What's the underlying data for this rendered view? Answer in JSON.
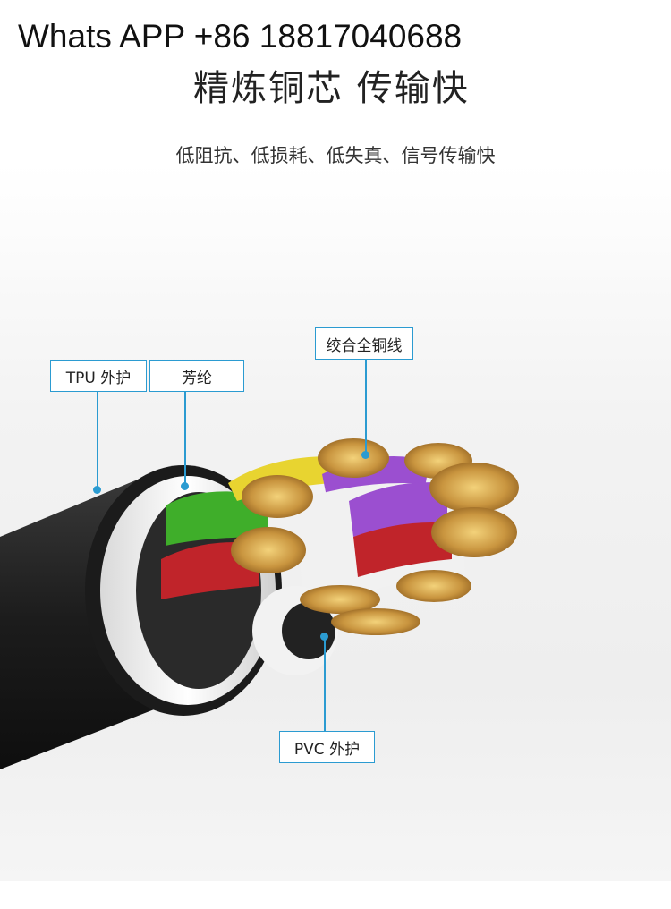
{
  "header": {
    "contact": "Whats APP +86 18817040688",
    "headline": "精炼铜芯 传输快",
    "subhead": "低阻抗、低损耗、低失真、信号传输快"
  },
  "labels": {
    "tpu": "TPU 外护",
    "aramid": "芳纶",
    "copper": "绞合全铜线",
    "pvc": "PVC 外护"
  },
  "colors": {
    "accent": "#2b9bd1",
    "jacket": "#1e1e1e",
    "copper": "#c9953f",
    "green": "#3fae2a",
    "red": "#c0242a",
    "yellow": "#e8d430",
    "purple": "#9b4fd0"
  }
}
